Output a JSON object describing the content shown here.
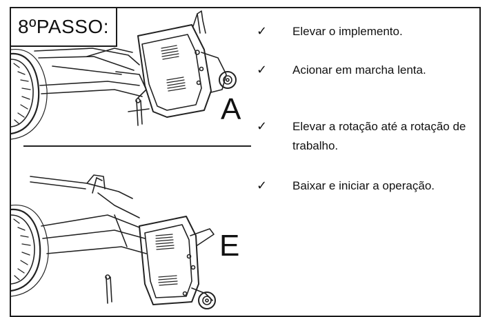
{
  "step_title": "8ºPASSO:",
  "figures": [
    {
      "label": "A",
      "icon": "tractor-implement-raised-icon"
    },
    {
      "label": "E",
      "icon": "tractor-implement-lowered-icon"
    }
  ],
  "checklist": [
    {
      "mark": "✓",
      "text": "Elevar o implemento."
    },
    {
      "mark": "✓",
      "text": "Acionar em marcha lenta."
    },
    {
      "mark": "✓",
      "text": "Elevar a rotação até a rotação de trabalho."
    },
    {
      "mark": "✓",
      "text": "Baixar e iniciar a operação."
    }
  ]
}
